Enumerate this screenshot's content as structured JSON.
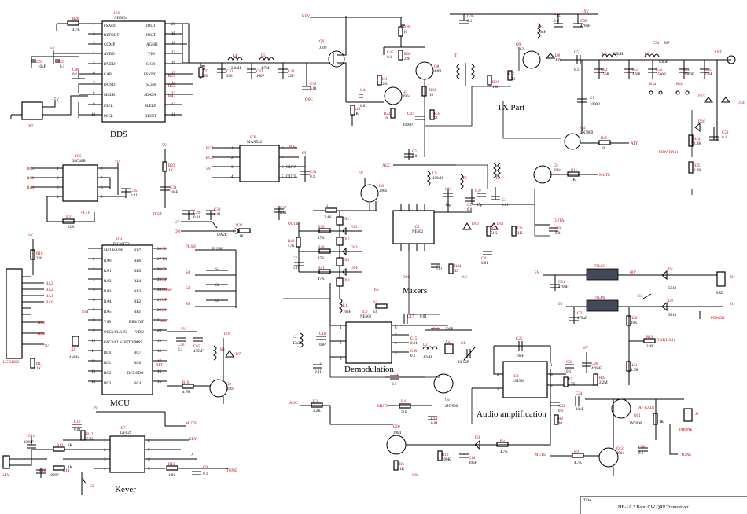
{
  "section_labels": {
    "dds": "DDS",
    "tx": "TX Part",
    "mixers": "Mixers",
    "mcu": "MCU",
    "demod": "Demodulation",
    "audio": "Audio amplification",
    "keyer": "Keyer"
  },
  "title_block": {
    "title_label": "Title",
    "title": "HB-1A 3 Band CW QRP Transceiver"
  },
  "chips": {
    "ic6": {
      "ref": "IC6",
      "part": "AD9834",
      "left": [
        "FSADJ",
        "REFOUT",
        "COMP",
        "AVDD",
        "DVDD",
        "CAP",
        "DGND",
        "MCLK",
        "FSEL",
        "PSEL"
      ],
      "left_nums": [
        "1",
        "2",
        "3",
        "4",
        "5",
        "6",
        "7",
        "8",
        "9",
        "10"
      ],
      "right": [
        "IOUT",
        "IOUT",
        "AGND",
        "VIN",
        "SIGN",
        "FSYNC",
        "SCLK",
        "SDATA",
        "SLEEP",
        "RESET"
      ],
      "right_nums": [
        "20",
        "19",
        "18",
        "17",
        "16",
        "15",
        "14",
        "13",
        "12",
        "11"
      ]
    },
    "ic5": {
      "ref": "IC5",
      "part": "93C46B",
      "left_nums": [
        "1",
        "2",
        "3",
        "4"
      ],
      "right_nums": [
        "8",
        "7",
        "6",
        "5"
      ]
    },
    "ic8": {
      "ref": "IC8",
      "part": "MAX522",
      "left_nums": [
        "1",
        "2",
        "3",
        "4"
      ],
      "right_nums": [
        "8",
        "7",
        "6",
        "5"
      ],
      "right": [
        "",
        "",
        "OUTA",
        "OUTB"
      ]
    },
    "ic4": {
      "ref": "IC4",
      "part": "PIC16F73",
      "left": [
        "MCLR/VPP",
        "RA0",
        "RA1",
        "RA2",
        "RA3",
        "RA4",
        "RA5",
        "VSS",
        "OSC1/CLKIN",
        "OSC2/CLKOUT/VSS",
        "RC0",
        "RC1",
        "RC2",
        "RC3"
      ],
      "left_nums": [
        "1",
        "2",
        "3",
        "4",
        "5",
        "6",
        "7",
        "8",
        "9",
        "10",
        "11",
        "12",
        "13",
        "14"
      ],
      "right": [
        "RB7",
        "RB6",
        "RB5",
        "RB4",
        "RB3",
        "RB2",
        "RB1",
        "RB0/INT",
        "VDD",
        "VSS",
        "RC7",
        "RC6",
        "RC5/SDO",
        "RC4"
      ],
      "right_nums": [
        "28",
        "27",
        "26",
        "25",
        "24",
        "23",
        "22",
        "21",
        "20",
        "19",
        "18",
        "17",
        "16",
        "15"
      ]
    },
    "ic1": {
      "ref": "IC1",
      "part": "NE602"
    },
    "ic2": {
      "ref": "IC2",
      "part": "NE602"
    },
    "ic3": {
      "ref": "IC3",
      "part": "LM386"
    },
    "ic7": {
      "ref": "IC7",
      "part": "12F629",
      "left_nums": [
        "1",
        "2",
        "3",
        "4"
      ],
      "right_nums": [
        "8",
        "7",
        "6",
        "5"
      ]
    },
    "reg1": {
      "part": "78L05"
    },
    "reg2": {
      "part": "78L06"
    }
  },
  "nets": {
    "key": "KEY",
    "txo": "TX",
    "tone": "TONE",
    "mute": "MUTE",
    "att": "ATT",
    "agc": "AGC",
    "osc": "OSC",
    "ant": "ANT",
    "power": "POWER",
    "phone": "PHONE",
    "sm": "S/M",
    "test": "TEST",
    "up": "UP",
    "dn": "DN",
    "push": "PUSH",
    "vat": "VAT(RA0)",
    "pow": "POW(RA1)",
    "afgain": "AF GAIN",
    "outa": "OUTA",
    "outb": "OUTB",
    "v5": "5V",
    "v6": "6V",
    "v12": "12V",
    "v45": "+4.5V",
    "v9": "+9V",
    "v8": "+8V",
    "v6p": "+6V",
    "rc0": "RC0",
    "rc1": "RC1",
    "rc2": "RC2",
    "rc3": "RC3",
    "rc4": "RC4",
    "rc6": "RC6",
    "rc7": "RC7",
    "ra0": "RA0",
    "ra1": "RA1",
    "ra2": "RA2",
    "ra3": "RA3",
    "ra4": "RA4",
    "ra5": "RA5",
    "s1": "S1",
    "s2": "S2",
    "s3": "S3",
    "s4": "S4",
    "s5": "S5"
  },
  "components": {
    "r26": "R26",
    "r26v": "4.7K",
    "c59": "C59",
    "c59v": "10uF",
    "c39": "C39",
    "c39v": "0.1",
    "c40": "C40",
    "c40v": "0.1",
    "x7": "X7",
    "r27": "R27",
    "r27v": "220",
    "l4": "L4",
    "l4v": "2.2uH",
    "l5": "L5",
    "l5v": "4.7uH",
    "c41": "C41",
    "c41v": "390",
    "c42": "C42",
    "c42v": "100P",
    "c43": "C43",
    "c43v": "22P",
    "c38": "C38",
    "c38v": "0.01",
    "q6": "Q6",
    "q6v": "J309",
    "r29": "R29",
    "r29v": "10",
    "c45": "C45",
    "c45v": "0.1",
    "r30": "R30",
    "r30v": "220",
    "r31": "R31",
    "r31v": "22K",
    "q8": "Q8",
    "q8v": "4401",
    "q7": "Q7",
    "q7v": "3904",
    "c44": "C44",
    "c44v": "0.01",
    "r28": "R28",
    "r28v": "1K",
    "r32": "R32",
    "r32v": "10",
    "r33": "R33",
    "r33v": "10",
    "c47": "C47",
    "c47v": "1000P",
    "r34": "R34",
    "r34v": "51",
    "c46": "C46",
    "c46v": "0.1",
    "t1": "T1",
    "r32b": "R32",
    "r32bv": "100",
    "r35": "R35",
    "r35v": "33",
    "l6": "L6",
    "l6v": "10uH",
    "c49": "C49",
    "c49v": "0.1",
    "c50": "C50",
    "c50v": "470uF",
    "q9": "Q9",
    "q9v": "1162",
    "d8": "D8",
    "d8v": "43V",
    "c51": "C51",
    "c51v": "0.1",
    "l6b": "L6",
    "l6bv": "0.5uH",
    "l7": "L7",
    "l7v": "0.6uH",
    "c52": "C52",
    "c52v": "150P",
    "c53": "C53",
    "c53v": "470P",
    "c54": "C54",
    "c54v": "56P",
    "c56": "C56",
    "c56v": "1500P",
    "c57": "C57",
    "c57v": "1000P",
    "c55": "C55",
    "c55v": "220P",
    "k1a": "K1a",
    "k1b": "K1b",
    "c58": "C58",
    "c58v": "0.1",
    "c1": "C1",
    "c1v": "1000P",
    "q4": "Q4",
    "q4v": "2N7000",
    "r45": "R45",
    "r45v": "10",
    "d15": "D15",
    "d14": "D14",
    "d16": "D16",
    "r24": "R24",
    "r24v": "2.2K",
    "r25": "R25",
    "r25v": "2.2K",
    "c8": "C8",
    "c8v": "0.01",
    "r23": "R23",
    "r23v": "1K",
    "c33": "C33",
    "c33v": "10uF",
    "c34": "C34",
    "c34v": "0.1",
    "c35": "C35",
    "c35v": "0.01",
    "r22": "R22",
    "r22v": "22K",
    "c29": "C29",
    "c29v": "0.01",
    "c30": "C30",
    "c30v": "0.01",
    "r38": "R38",
    "r38v": "1K",
    "c37": "C37",
    "c37v": "0.01",
    "c5": "C5",
    "c5v": "0.01",
    "l9": "L9",
    "l9v": "100uH",
    "t3": "T3",
    "q3": "Q3",
    "q3v": "3906",
    "r1": "R1",
    "r1v": "2.4K",
    "x1": "X1",
    "x2": "X2",
    "x3": "X3",
    "x4": "X4",
    "d12": "D12",
    "d13": "D13",
    "d14b": "D14",
    "r39": "R39",
    "r39v": "47K",
    "r40": "R40",
    "r40v": "47K",
    "r41": "R41",
    "r41v": "47K",
    "r42": "R42",
    "r42v": "47K",
    "c7": "C7",
    "c7v": "0.01",
    "c61": "C61",
    "c61v": "10p",
    "c2": "C2",
    "c2v": "0.01",
    "c37b": "C37",
    "c37bv": "15p",
    "c3": "C3",
    "c3v": "0.01",
    "t2": "T2",
    "d10": "D10",
    "d11": "D11",
    "r37": "R37",
    "r37v": "51K",
    "r36": "R36",
    "r36v": "51K",
    "c6": "C6",
    "c6v": "0.01",
    "c28": "C28",
    "c28v": "0.01",
    "c4": "C4",
    "c4v": "0.01",
    "r44": "R44",
    "r44v": "33",
    "q1": "Q1",
    "q1v": "3904",
    "r11": "R11",
    "r11v": "1K",
    "r18": "R18",
    "r18v": "220",
    "r17": "R17",
    "r17v": "1K",
    "x6": "X6",
    "x6v": "4MHz",
    "c36": "C36",
    "c36v": "0.1",
    "c65": "C65",
    "c65v": "470uF",
    "k1": "K1",
    "d7": "D7",
    "r16": "R16",
    "r16v": "4.7K",
    "q2": "Q2",
    "q2v": "3904",
    "lcd": "LCD1602",
    "c31": "C31",
    "c31v": "470uF",
    "c32": "C32",
    "c32v": "470uF",
    "d1": "D1",
    "d1v": "5818",
    "d2": "D2",
    "d2v": "5818",
    "j2": "J2",
    "j2v": "BAT",
    "j1": "J1",
    "r20": "R20",
    "r20v": "10K",
    "r19": "R19",
    "r19v": "2.4K",
    "r21": "R21",
    "r21v": "4.7K",
    "l1": "L1",
    "l1v": "10uH",
    "r2": "R2",
    "r2v": "33",
    "c17": "C17",
    "c17v": "0.01",
    "l2": "L2",
    "l2v": "47uH",
    "c18": "C18",
    "c18v": "68P",
    "c13": "C13",
    "c13v": "0.01",
    "c15": "C15",
    "c15v": "0.01",
    "c16": "C16",
    "c16v": "220P",
    "l3": "L3",
    "l3v": "47uH",
    "x5": "X5",
    "ce": "CE",
    "cev": "10-50P",
    "c20": "C20",
    "c20v": "0.1",
    "c21": "C21",
    "c21v": "0.1",
    "r4": "R4",
    "r4v": "51K",
    "q5": "Q5",
    "q5v": "2N7000",
    "c19": "C19",
    "c19v": "0.01",
    "r3": "R3",
    "r3v": "2.2K",
    "c25": "C25",
    "c25v": "10uF",
    "c26": "C26",
    "c26v": "470uF",
    "c22": "C22",
    "c22v": "0.1",
    "r7": "R7",
    "r7v": "4.7K",
    "c24": "C24",
    "c24v": "10uF",
    "r43": "R43",
    "r43v": "2.2M",
    "c23": "C23",
    "c23v": "0.1",
    "r8": "R8",
    "r8v": "10",
    "q11": "Q11",
    "q11v": "2N7000",
    "j3": "J3",
    "vr": "1K",
    "q10": "Q10",
    "q10v": "3904",
    "r6": "R6",
    "r6v": "1K",
    "r10": "R10",
    "r10v": "100K",
    "c14": "C14",
    "c14v": "10uF",
    "d3": "D3",
    "r5": "R5",
    "r5v": "4.7K",
    "r9": "R9",
    "r9v": "4.7K",
    "q12": "Q12",
    "q12v": "3904",
    "c60": "C60",
    "c60v": "0.1",
    "c10": "C10",
    "c10v": "0.01",
    "r12": "R12",
    "r12v": "22K",
    "c11": "C11",
    "c11v": "1000P",
    "r13": "R13",
    "r13v": "1K",
    "r14": "R14",
    "r14v": "1K",
    "c12": "C12",
    "c12v": "1000P",
    "r15": "R15",
    "r15v": "10K",
    "c9": "C9",
    "c9v": "0.1",
    "s3": "S3"
  }
}
